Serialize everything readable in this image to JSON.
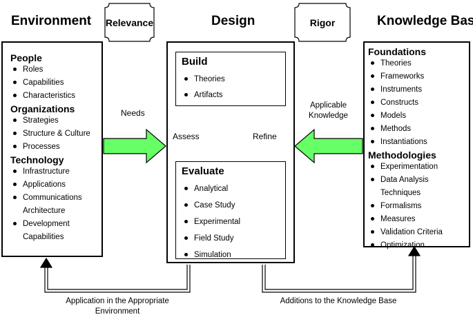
{
  "headers": {
    "environment": "Environment",
    "relevance": "Relevance",
    "design": "Design",
    "rigor": "Rigor",
    "knowledge_base": "Knowledge Base"
  },
  "environment": {
    "sections": [
      {
        "title": "People",
        "items": [
          "Roles",
          "Capabilities",
          "Characteristics"
        ]
      },
      {
        "title": "Organizations",
        "items": [
          "Strategies",
          "Structure & Culture",
          "Processes"
        ]
      },
      {
        "title": "Technology",
        "items": [
          "Infrastructure",
          "Applications",
          "Communications",
          "Architecture",
          "Development",
          "Capabilities"
        ]
      }
    ]
  },
  "design": {
    "build": {
      "title": "Build",
      "items": [
        "Theories",
        "Artifacts"
      ]
    },
    "evaluate": {
      "title": "Evaluate",
      "items": [
        "Analytical",
        "Case Study",
        "Experimental",
        "Field Study",
        "Simulation"
      ]
    },
    "assess": "Assess",
    "refine": "Refine"
  },
  "knowledge_base": {
    "sections": [
      {
        "title": "Foundations",
        "items": [
          "Theories",
          "Frameworks",
          "Instruments",
          "Constructs",
          "Models",
          "Methods",
          "Instantiations"
        ]
      },
      {
        "title": "Methodologies",
        "items": [
          "Experimentation",
          "Data Analysis",
          "Techniques",
          "Formalisms",
          "Measures",
          "Validation Criteria",
          "Optimization"
        ]
      }
    ]
  },
  "flows": {
    "needs": "Needs",
    "applicable_1": "Applicable",
    "applicable_2": "Knowledge",
    "application_1": "Application in the Appropriate",
    "application_2": "Environment",
    "additions": "Additions to the Knowledge Base"
  },
  "colors": {
    "arrow_fill": "#66ff66",
    "stroke": "#000000"
  }
}
